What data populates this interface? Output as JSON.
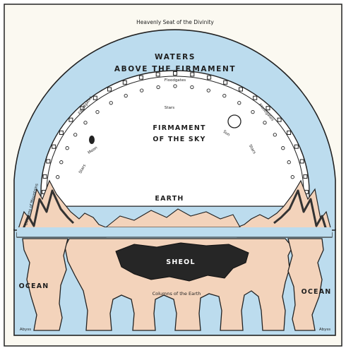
{
  "title": "Heavenly Seat of the Divinity",
  "labels": {
    "waters_line1": "WATERS",
    "waters_line2": "ABOVE THE FIRMAMENT",
    "floodgates_top": "Floodgates",
    "floodgates_left": "Floodgates",
    "floodgates_right": "Floodgates",
    "stars_top": "Stars",
    "stars_left": "Stars",
    "stars_right": "Stars",
    "moon": "Moon",
    "sun": "Sun",
    "firmament_line1": "FIRMAMENT",
    "firmament_line2": "OF THE SKY",
    "earth": "EARTH",
    "columns_mountains": "Columns of Mountains",
    "sheol": "SHEOL",
    "columns_earth": "Columns of the Earth",
    "ocean_left": "OCEAN",
    "ocean_right": "OCEAN",
    "abyss_left": "Abyss",
    "abyss_right": "Abyss"
  },
  "colors": {
    "water": "#bcdcee",
    "land": "#f3d3bb",
    "sheol": "#262626",
    "paper": "#fbf9f1",
    "ink": "#1f1f1f"
  }
}
